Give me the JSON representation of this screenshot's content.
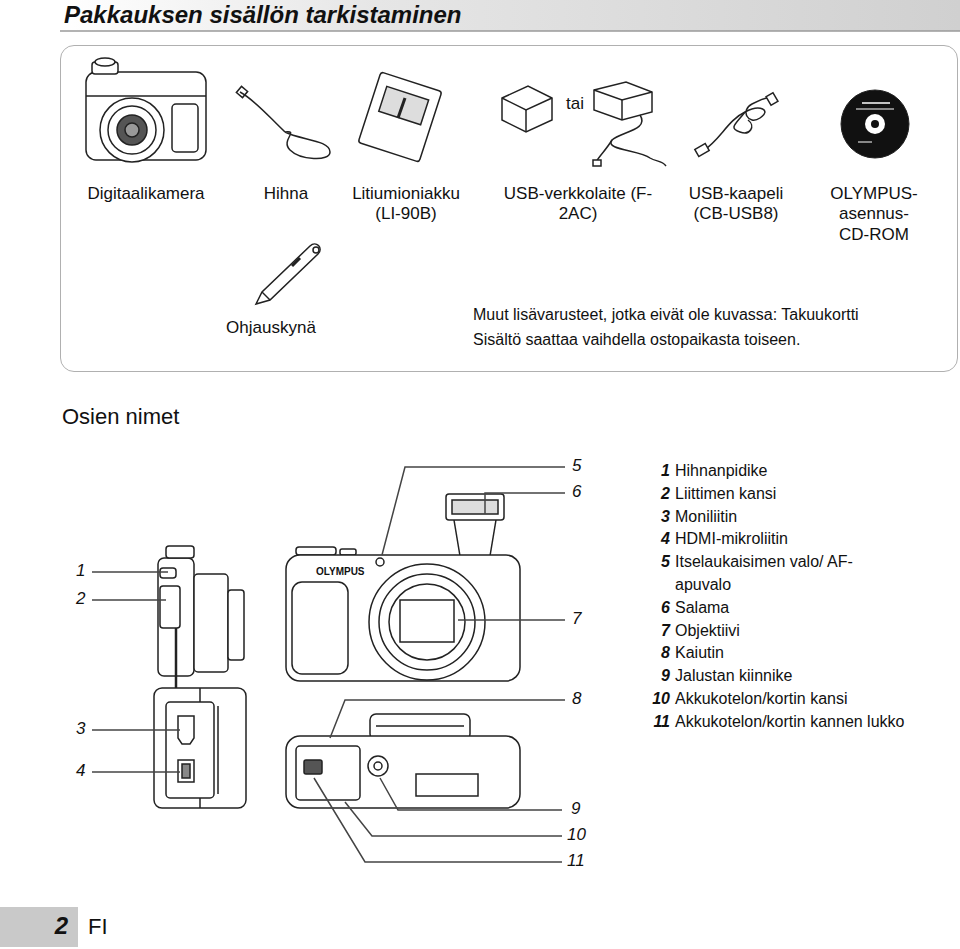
{
  "diagram": {
    "title": "Pakkauksen sisällön tarkistaminen",
    "nodes": [
      {
        "text": [
          "tai",
          "Digitaalikamera",
          "Hihna",
          "Litiumioniakku (LI-90B)",
          "USB-verkkolaite (F-2AC)",
          "USB-kaapeli (CB-USB8)",
          "OLYMPUS- asennus- CD-ROM",
          "Ohjauskynä",
          "Muut lisävarusteet, jotka eivät ole kuvassa: Takuukortti",
          "Sisältö saattaa vaihdella ostopaikasta toiseen."
        ]
      },
      {
        "text": [
          "2"
        ]
      }
    ],
    "labels": [
      "Osien nimet",
      "1",
      "2",
      "3",
      "4",
      "5",
      "6",
      "7",
      "8",
      "9",
      "10",
      "11",
      "1",
      "Hihnanpidike",
      "2",
      "Liittimen kansi",
      "3",
      "Moniliitin",
      "4",
      "HDMI-mikroliitin",
      "5",
      "Itselaukaisimen valo/ AF-apuvalo",
      "6",
      "Salama",
      "7",
      "Objektiivi",
      "8",
      "Kaiutin",
      "9",
      "Jalustan kiinnike",
      "10",
      "Akkukotelon/kortin kansi",
      "11",
      "Akkukotelon/kortin kannen lukko",
      "OLYMPUS",
      "FI"
    ]
  }
}
